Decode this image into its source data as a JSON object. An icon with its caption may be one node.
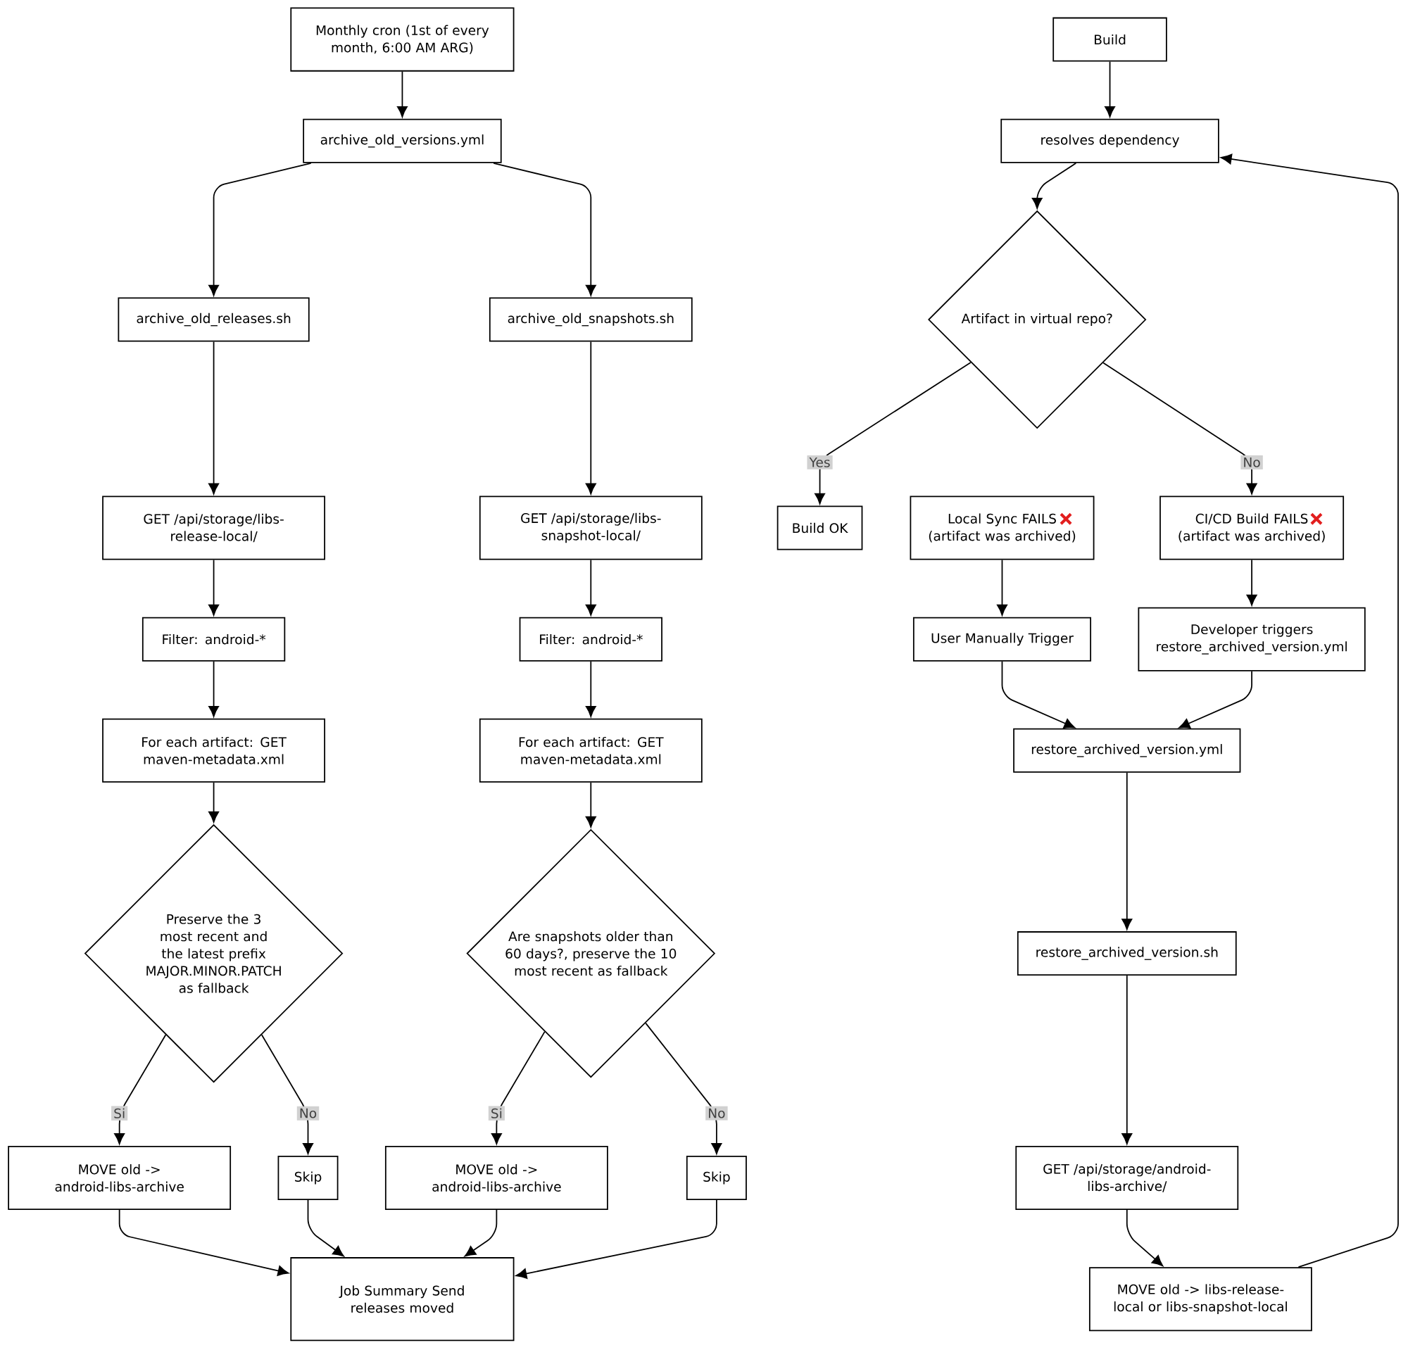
{
  "diagram": {
    "nodes": [
      {
        "text": [
          "Monthly cron (1st of every month, 6:00 AM ARG)"
        ]
      },
      {
        "text": [
          "archive_old_versions.yml"
        ]
      },
      {
        "text": [
          "archive_old_releases.sh"
        ]
      },
      {
        "text": [
          "archive_old_snapshots.sh"
        ]
      },
      {
        "text": [
          "GET /api/storage/libs-release-local/"
        ]
      },
      {
        "text": [
          "Filter: android-*"
        ]
      },
      {
        "text": [
          "For each artifact: GET maven-metadata.xml"
        ]
      },
      {
        "text": [
          "Preserve the 3 most recent and the latest prefix MAJOR.MINOR.PATCH as fallback"
        ]
      },
      {
        "text": [
          "MOVE old -> android-libs-archive"
        ]
      },
      {
        "text": [
          "Skip"
        ]
      },
      {
        "text": [
          "GET /api/storage/libs-snapshot-local/"
        ]
      },
      {
        "text": [
          "Filter: android-*"
        ]
      },
      {
        "text": [
          "For each artifact: GET maven-metadata.xml"
        ]
      },
      {
        "text": [
          "Are snapshots older than 60 days?, preserve the 10 most recent as fallback"
        ]
      },
      {
        "text": [
          "MOVE old -> android-libs-archive"
        ]
      },
      {
        "text": [
          "Skip"
        ]
      },
      {
        "text": [
          "Job Summary Send releases moved"
        ]
      },
      {
        "text": [
          "Build"
        ]
      },
      {
        "text": [
          "resolves dependency"
        ]
      },
      {
        "text": [
          "Artifact in virtual repo?"
        ]
      },
      {
        "text": [
          "Build OK"
        ]
      },
      {
        "text": [
          "Local Sync FAILS (artifact was archived)"
        ]
      },
      {
        "text": [
          "CI/CD Build FAILS (artifact was archived)"
        ]
      },
      {
        "text": [
          "User Manually Trigger"
        ]
      },
      {
        "text": [
          "Developer triggers restore_archived_version.yml"
        ]
      },
      {
        "text": [
          "restore_archived_version.yml"
        ]
      },
      {
        "text": [
          "restore_archived_version.sh"
        ]
      },
      {
        "text": [
          "GET /api/storage/android-libs-archive/"
        ]
      },
      {
        "text": [
          "MOVE old -> libs-release-local or libs-snapshot-local"
        ]
      }
    ],
    "edges": [
      {
        "from": 0,
        "to": 1,
        "arrow": "to"
      },
      {
        "from": 1,
        "to": 2,
        "arrow": "to"
      },
      {
        "from": 1,
        "to": 3,
        "arrow": "to"
      },
      {
        "from": 2,
        "to": 4,
        "arrow": "to"
      },
      {
        "from": 4,
        "to": 5,
        "arrow": "to"
      },
      {
        "from": 5,
        "to": 6,
        "arrow": "to"
      },
      {
        "from": 6,
        "to": 7,
        "arrow": "to"
      },
      {
        "from": 7,
        "to": 8,
        "arrow": "to",
        "label": "Si"
      },
      {
        "from": 7,
        "to": 9,
        "arrow": "to",
        "label": "No"
      },
      {
        "from": 3,
        "to": 10,
        "arrow": "to"
      },
      {
        "from": 10,
        "to": 11,
        "arrow": "to"
      },
      {
        "from": 11,
        "to": 12,
        "arrow": "to"
      },
      {
        "from": 12,
        "to": 13,
        "arrow": "to"
      },
      {
        "from": 13,
        "to": 14,
        "arrow": "to",
        "label": "Si"
      },
      {
        "from": 13,
        "to": 15,
        "arrow": "to",
        "label": "No"
      },
      {
        "from": 8,
        "to": 16,
        "arrow": "to"
      },
      {
        "from": 9,
        "to": 16,
        "arrow": "to"
      },
      {
        "from": 14,
        "to": 16,
        "arrow": "to"
      },
      {
        "from": 15,
        "to": 16,
        "arrow": "to"
      },
      {
        "from": 17,
        "to": 18,
        "arrow": "to"
      },
      {
        "from": 18,
        "to": 19,
        "arrow": "to"
      },
      {
        "from": 19,
        "to": 20,
        "arrow": "to",
        "label": "Yes"
      },
      {
        "from": 19,
        "to": 22,
        "arrow": "to",
        "label": "No"
      },
      {
        "from": 21,
        "to": 23,
        "arrow": "to"
      },
      {
        "from": 22,
        "to": 24,
        "arrow": "to"
      },
      {
        "from": 23,
        "to": 25,
        "arrow": "to"
      },
      {
        "from": 24,
        "to": 25,
        "arrow": "to"
      },
      {
        "from": 25,
        "to": 26,
        "arrow": "to"
      },
      {
        "from": 26,
        "to": 27,
        "arrow": "to"
      },
      {
        "from": 27,
        "to": 28,
        "arrow": "to"
      },
      {
        "from": 28,
        "to": 18,
        "arrow": "to"
      }
    ]
  }
}
